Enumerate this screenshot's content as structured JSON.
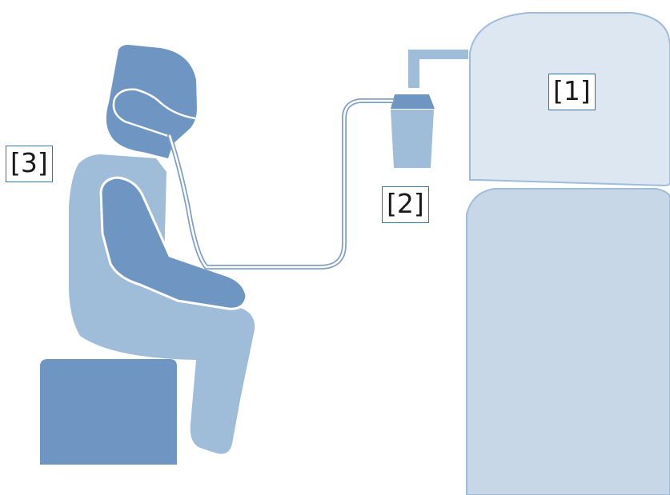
{
  "labels": {
    "machine": "[1]",
    "container": "[2]",
    "person": "[3]"
  },
  "colors": {
    "dark_blue": "#6f96c2",
    "mid_blue": "#9fbcd9",
    "light_blue": "#c7d7e8",
    "tube": "#ffffff",
    "label_border": "#2e75b6"
  }
}
